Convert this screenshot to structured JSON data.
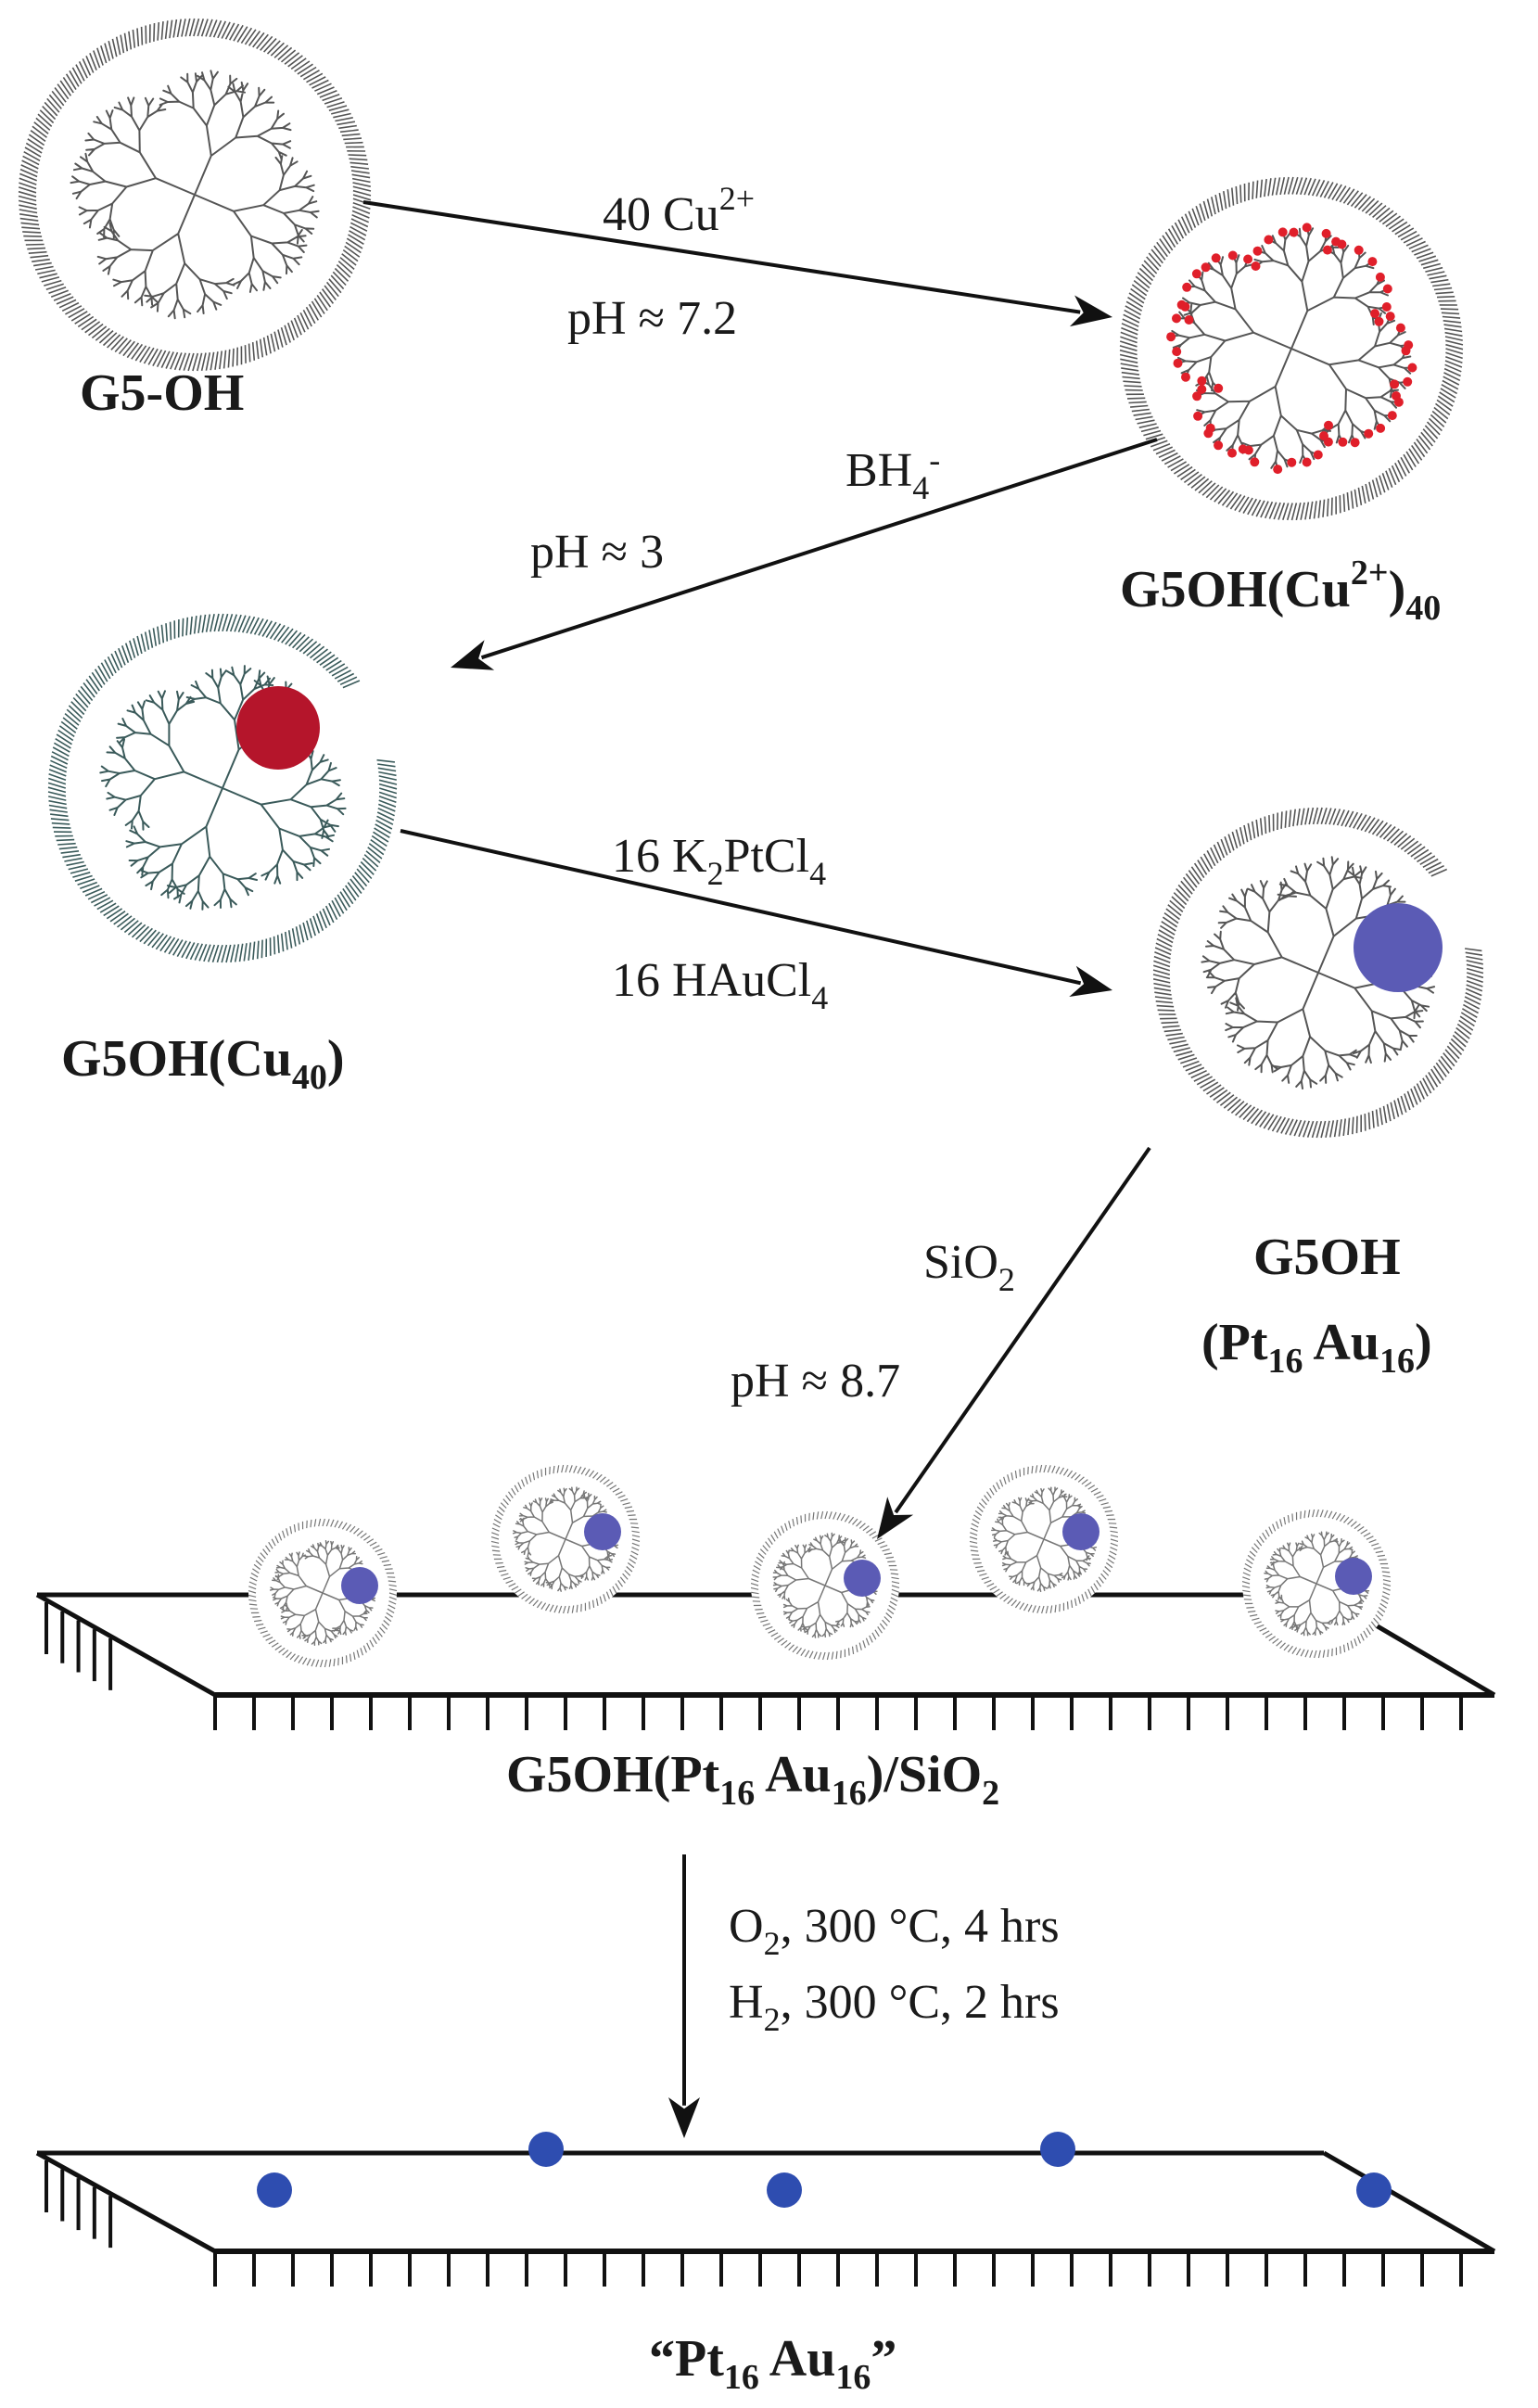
{
  "labels": {
    "g5oh": "G5-OH",
    "cu2": {
      "base": "G5OH(Cu",
      "sup": "2+",
      "close": ")",
      "sub": "40"
    },
    "cu40": {
      "base": "G5OH(Cu",
      "sub": "40",
      "close": ")"
    },
    "ptau_l1": "G5OH",
    "ptau_l2": {
      "open": "(Pt",
      "sub1": "16",
      "mid": " Au",
      "sub2": "16",
      "close": ")"
    },
    "silica": {
      "pre": "G5OH(Pt",
      "sub1": "16",
      "mid": " Au",
      "sub2": "16",
      "post": ")/SiO",
      "sub3": "2"
    },
    "final": {
      "pre": "“Pt",
      "sub1": "16",
      "mid": " Au",
      "sub2": "16",
      "post": "”"
    }
  },
  "reagents": {
    "step1_top": {
      "text": "40 Cu",
      "sup": "2+"
    },
    "step1_bottom": "pH ≈ 7.2",
    "step2_top": {
      "text": "BH",
      "sub": "4",
      "sup": "-"
    },
    "step2_bottom": "pH ≈ 3",
    "step3_top": {
      "pre": "16 K",
      "sub1": "2",
      "mid": "PtCl",
      "sub2": "4"
    },
    "step3_bottom": {
      "text": "16 HAuCl",
      "sub": "4"
    },
    "step4_top": {
      "text": "SiO",
      "sub": "2"
    },
    "step4_bottom": "pH ≈ 8.7",
    "step5_line1": {
      "pre": "O",
      "sub": "2",
      "post": ", 300 °C, 4 hrs"
    },
    "step5_line2": {
      "pre": "H",
      "sub": "2",
      "post": ", 300 °C, 2 hrs"
    }
  },
  "colors": {
    "dendrimer": "#555555",
    "cu_ions": "#e01f2a",
    "cu_particle": "#b5152b",
    "ptau_particle": "#5b5bb5",
    "final_particle": "#2e4db0",
    "ink": "#111111"
  }
}
